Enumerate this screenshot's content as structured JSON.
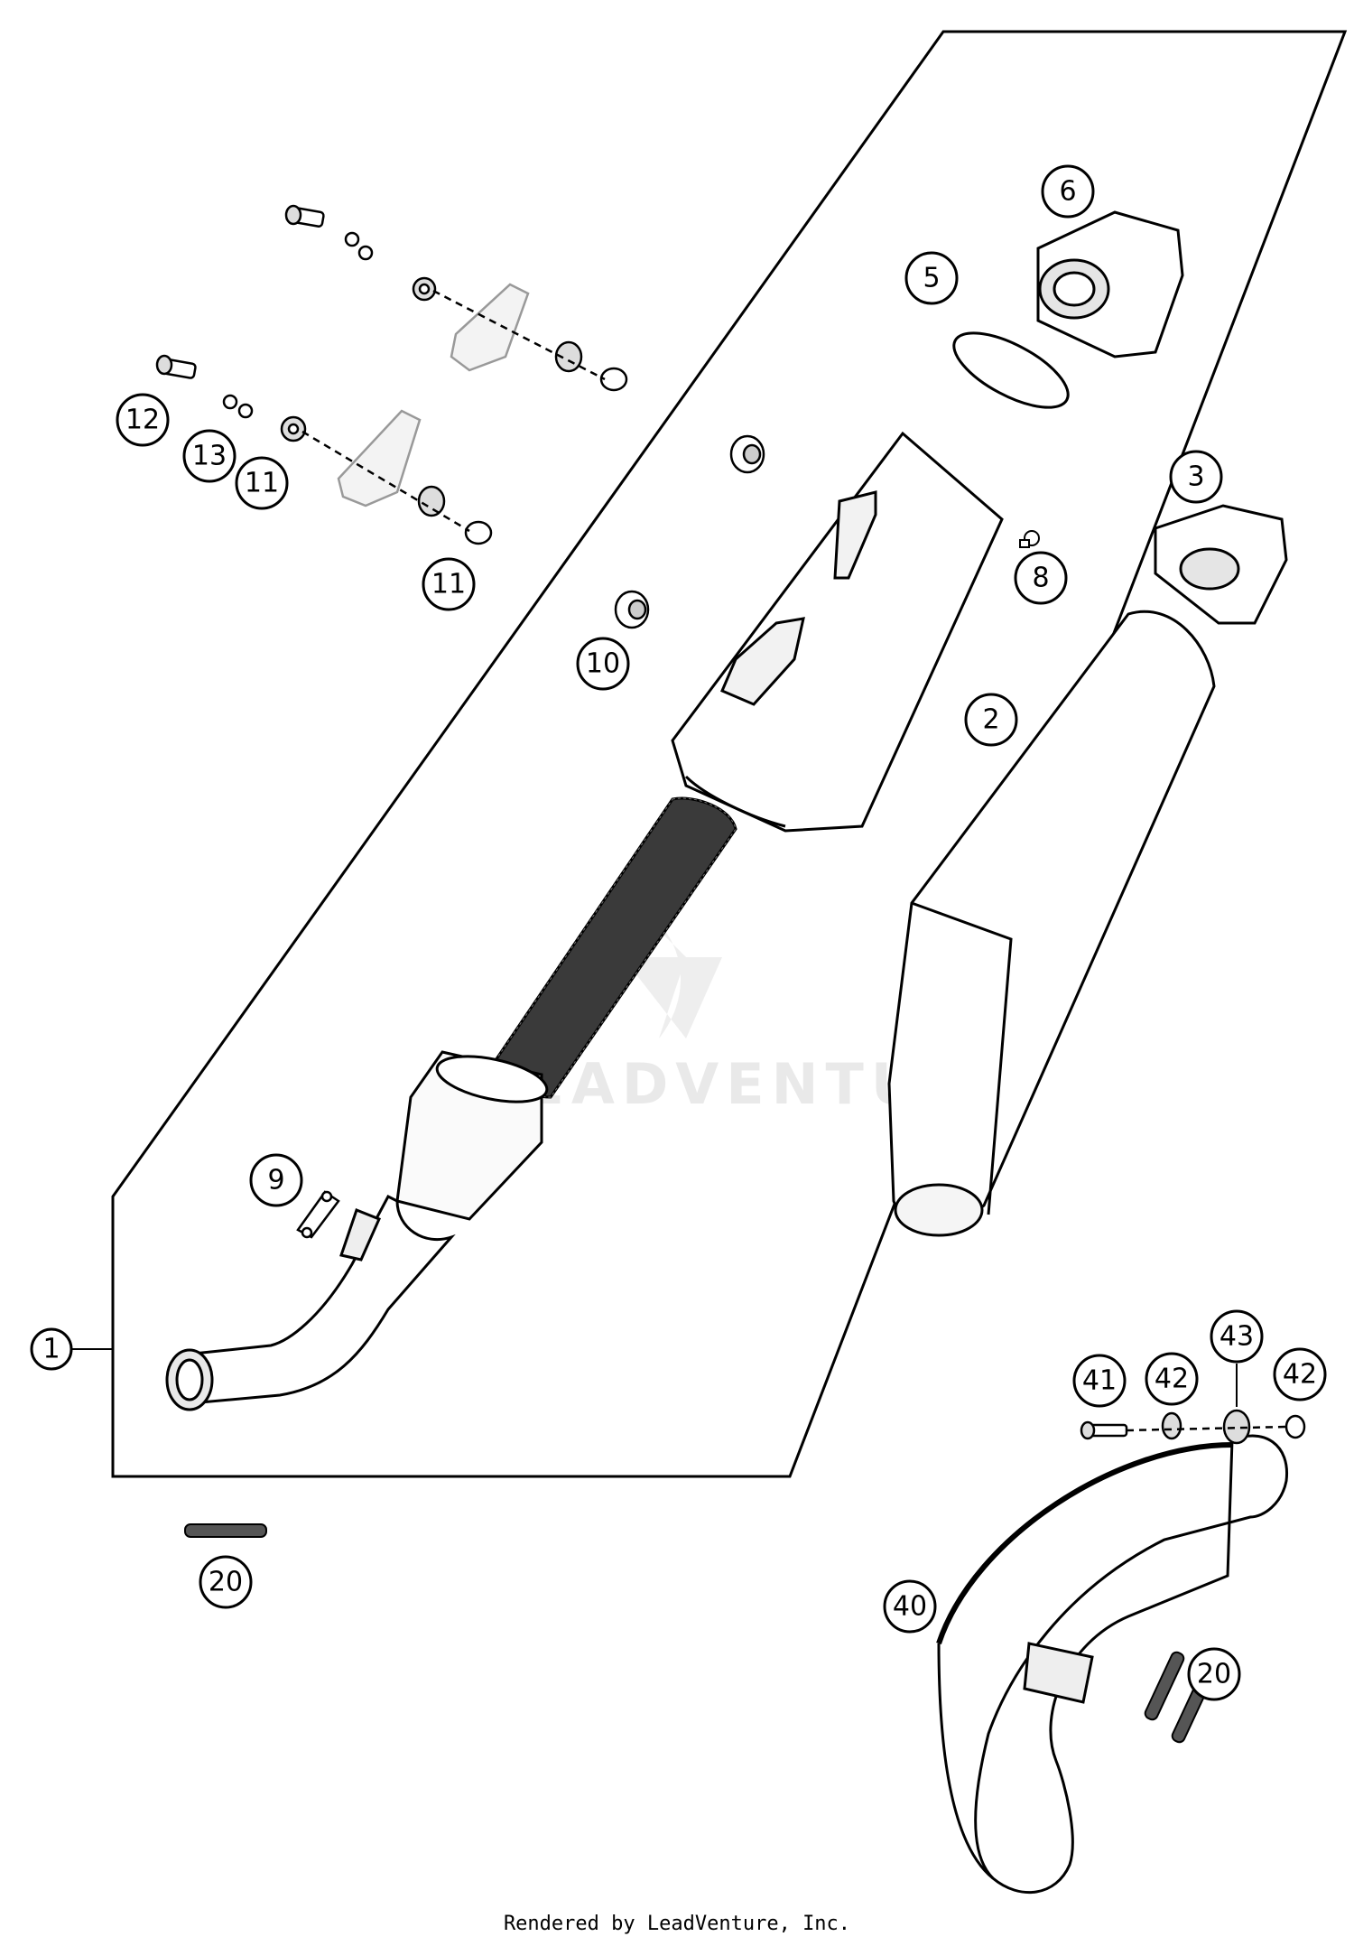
{
  "watermark": "LEADVENTURE",
  "footer": "Rendered by LeadVenture, Inc.",
  "callouts": [
    "1",
    "2",
    "3",
    "5",
    "6",
    "8",
    "9",
    "10",
    "11",
    "11",
    "12",
    "13",
    "20",
    "20",
    "40",
    "41",
    "42",
    "42",
    "43"
  ]
}
